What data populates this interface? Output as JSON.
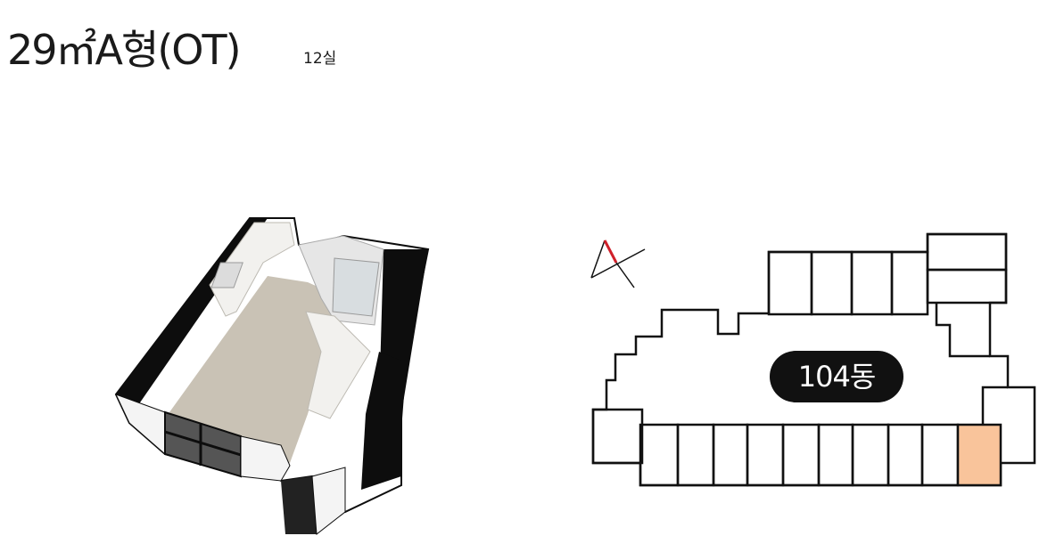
{
  "header": {
    "title": "29㎡A형(OT)",
    "unit_count": "12실"
  },
  "site_plan": {
    "building_label": "104동",
    "highlight_color": "#f9c49b",
    "outline_color": "#111111",
    "north_marker_color": "#d0202a"
  },
  "floor_plan": {
    "floor_color": "#c9c2b5",
    "wall_color": "#0d0d0d",
    "cabinet_color": "#f2f1ee"
  }
}
